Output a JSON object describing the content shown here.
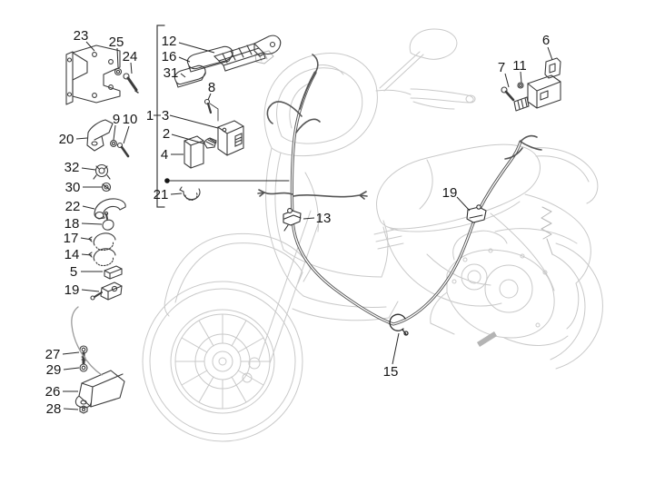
{
  "diagram": {
    "kind": "scooter-electrical-parts-exploded-view",
    "colors": {
      "background": "#ffffff",
      "body_line": "#c9c9c9",
      "part_line": "#3c3c3c",
      "harness_line": "#565656",
      "label_color": "#161616"
    }
  },
  "callouts": [
    {
      "part": "support-bracket",
      "text": "23"
    },
    {
      "part": "washer",
      "text": "25"
    },
    {
      "part": "screw",
      "text": "24"
    },
    {
      "part": "small-bracket",
      "text": "20"
    },
    {
      "part": "washer",
      "text": "9"
    },
    {
      "part": "screw",
      "text": "10"
    },
    {
      "part": "clip",
      "text": "32"
    },
    {
      "part": "clip",
      "text": "30"
    },
    {
      "part": "rubber-elbow",
      "text": "22"
    },
    {
      "part": "clamp",
      "text": "18"
    },
    {
      "part": "hose-clamp",
      "text": "17"
    },
    {
      "part": "hose-clamp",
      "text": "14"
    },
    {
      "part": "micro-switch",
      "text": "5"
    },
    {
      "part": "switch-with-lead",
      "text": "19"
    },
    {
      "part": "bolt",
      "text": "27"
    },
    {
      "part": "washer",
      "text": "29"
    },
    {
      "part": "control-unit-box",
      "text": "26"
    },
    {
      "part": "nut",
      "text": "28"
    },
    {
      "part": "fuse-box",
      "text": "12"
    },
    {
      "part": "cover",
      "text": "16"
    },
    {
      "part": "cover-small",
      "text": "31"
    },
    {
      "part": "screw",
      "text": "8"
    },
    {
      "part": "harness-group",
      "text": "1"
    },
    {
      "part": "relay",
      "text": "3"
    },
    {
      "part": "connector",
      "text": "2"
    },
    {
      "part": "fuse-holder",
      "text": "4"
    },
    {
      "part": "ring-clip",
      "text": "21"
    },
    {
      "part": "cable-clamp-front",
      "text": "13"
    },
    {
      "part": "cable-clamp-rear",
      "text": "19"
    },
    {
      "part": "ring-clamp-bottom",
      "text": "15"
    },
    {
      "part": "cover-bracket",
      "text": "6"
    },
    {
      "part": "screw",
      "text": "7"
    },
    {
      "part": "washer",
      "text": "11"
    }
  ]
}
